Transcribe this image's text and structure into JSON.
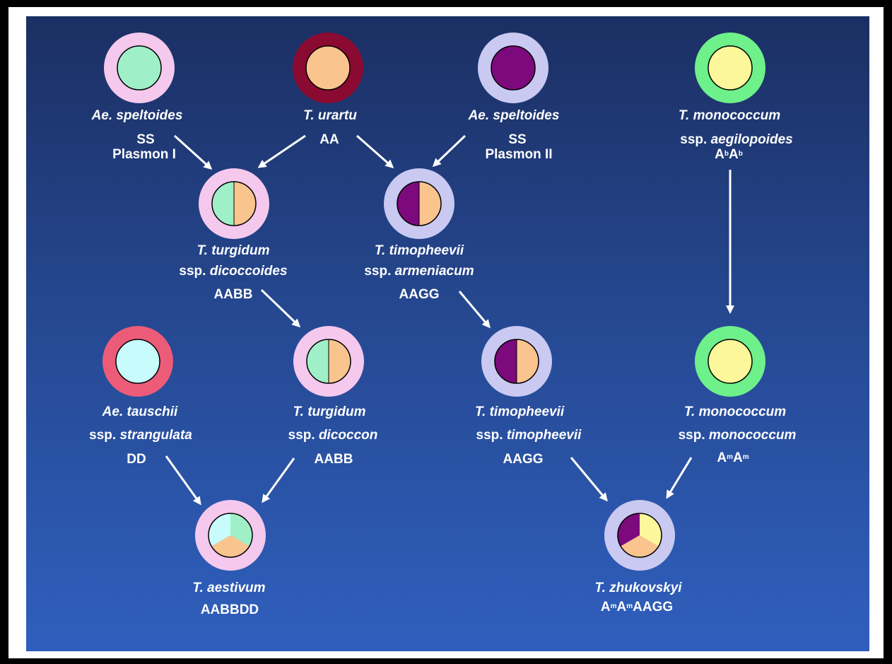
{
  "colors": {
    "ring_speltoides_I": "#f5c8ee",
    "ring_urartu": "#8a0a32",
    "ring_speltoides_II": "#c9c9f2",
    "ring_monococcum": "#6ef08a",
    "ring_tauschii": "#ec5c78",
    "core_S": "#9ff0c8",
    "core_A": "#f9c48e",
    "core_G": "#7c0a7c",
    "core_Am": "#fbf79a",
    "core_D": "#c8fbfb",
    "background_top": "#1b2f63",
    "background_bottom": "#2f5fbd"
  },
  "nodes": {
    "speltoides_1": {
      "name": "Ae. speltoides",
      "line2": "SS",
      "line3": "Plasmon I"
    },
    "urartu": {
      "name": "T. urartu",
      "line2": "AA"
    },
    "speltoides_2": {
      "name": "Ae. speltoides",
      "line2": "SS",
      "line3": "Plasmon II"
    },
    "monococcum_aeg": {
      "name": "T. monococcum",
      "line2": "ssp. ",
      "line2_italic": "aegilopoides",
      "genome_base": "A",
      "genome_sup": "b"
    },
    "dicoccoides": {
      "name": "T. turgidum",
      "line2": "ssp. ",
      "line2_italic": "dicoccoides",
      "line3": "AABB"
    },
    "armeniacum": {
      "name": "T. timopheevii",
      "line2": "ssp. ",
      "line2_italic": "armeniacum",
      "line3": "AAGG"
    },
    "tauschii": {
      "name": "Ae. tauschii",
      "line2": "ssp. ",
      "line2_italic": "strangulata",
      "line3": "DD"
    },
    "dicoccon": {
      "name": "T. turgidum",
      "line2": "ssp. ",
      "line2_italic": "dicoccon",
      "line3": "AABB"
    },
    "timopheevii": {
      "name": "T. timopheevii",
      "line2": "ssp. ",
      "line2_italic": "timopheevii",
      "line3": "AAGG"
    },
    "monococcum_mon": {
      "name": "T. monococcum",
      "line2": "ssp. ",
      "line2_italic": "monococcum",
      "genome_base": "A",
      "genome_sup": "m"
    },
    "aestivum": {
      "name": "T. aestivum",
      "line2": "AABBDD"
    },
    "zhukovskyi": {
      "name": "T. zhukovskyi",
      "genome_base": "A",
      "genome_sup": "m",
      "genome_tail": "AAGG"
    }
  }
}
